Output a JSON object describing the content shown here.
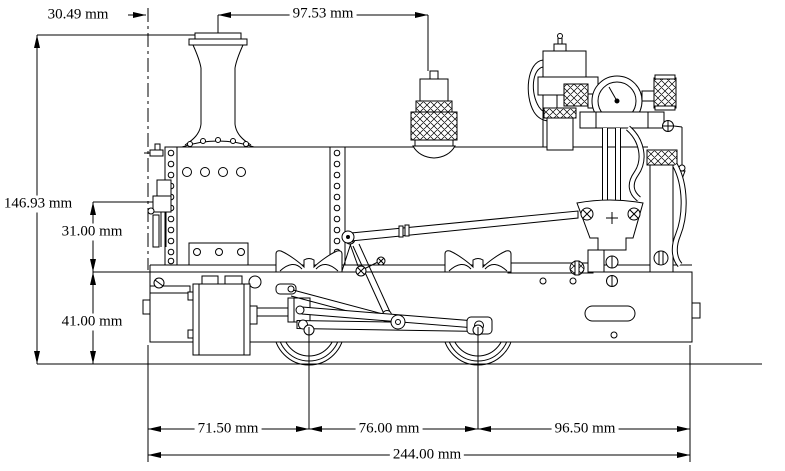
{
  "drawing": {
    "background": "#ffffff",
    "line_color": "#000000",
    "unit": "mm",
    "dimensions": {
      "front_to_chimney_center": "30.49 mm",
      "chimney_to_safety_valve": "97.53 mm",
      "overall_height": "146.93 mm",
      "front_fitting_height": "31.00 mm",
      "footplate_above_rail": "41.00 mm",
      "front_to_leading_axle": "71.50 mm",
      "wheelbase": "76.00 mm",
      "trailing_axle_to_rear": "96.50 mm",
      "overall_length": "244.00 mm"
    }
  }
}
